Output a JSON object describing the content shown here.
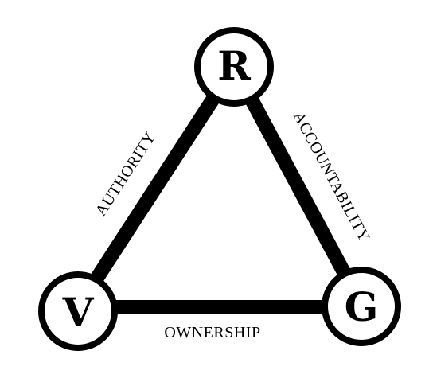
{
  "diagram": {
    "nodes": {
      "top": {
        "label": "R"
      },
      "left": {
        "label": "V"
      },
      "right": {
        "label": "G"
      }
    },
    "edges": {
      "left_edge": {
        "label": "AUTHORITY"
      },
      "right_edge": {
        "label": "ACCOUNTABILITY"
      },
      "bottom_edge": {
        "label": "OWNERSHIP"
      }
    },
    "colors": {
      "stroke": "#000000",
      "node_fill": "#ffffff",
      "background": "#ffffff"
    }
  }
}
